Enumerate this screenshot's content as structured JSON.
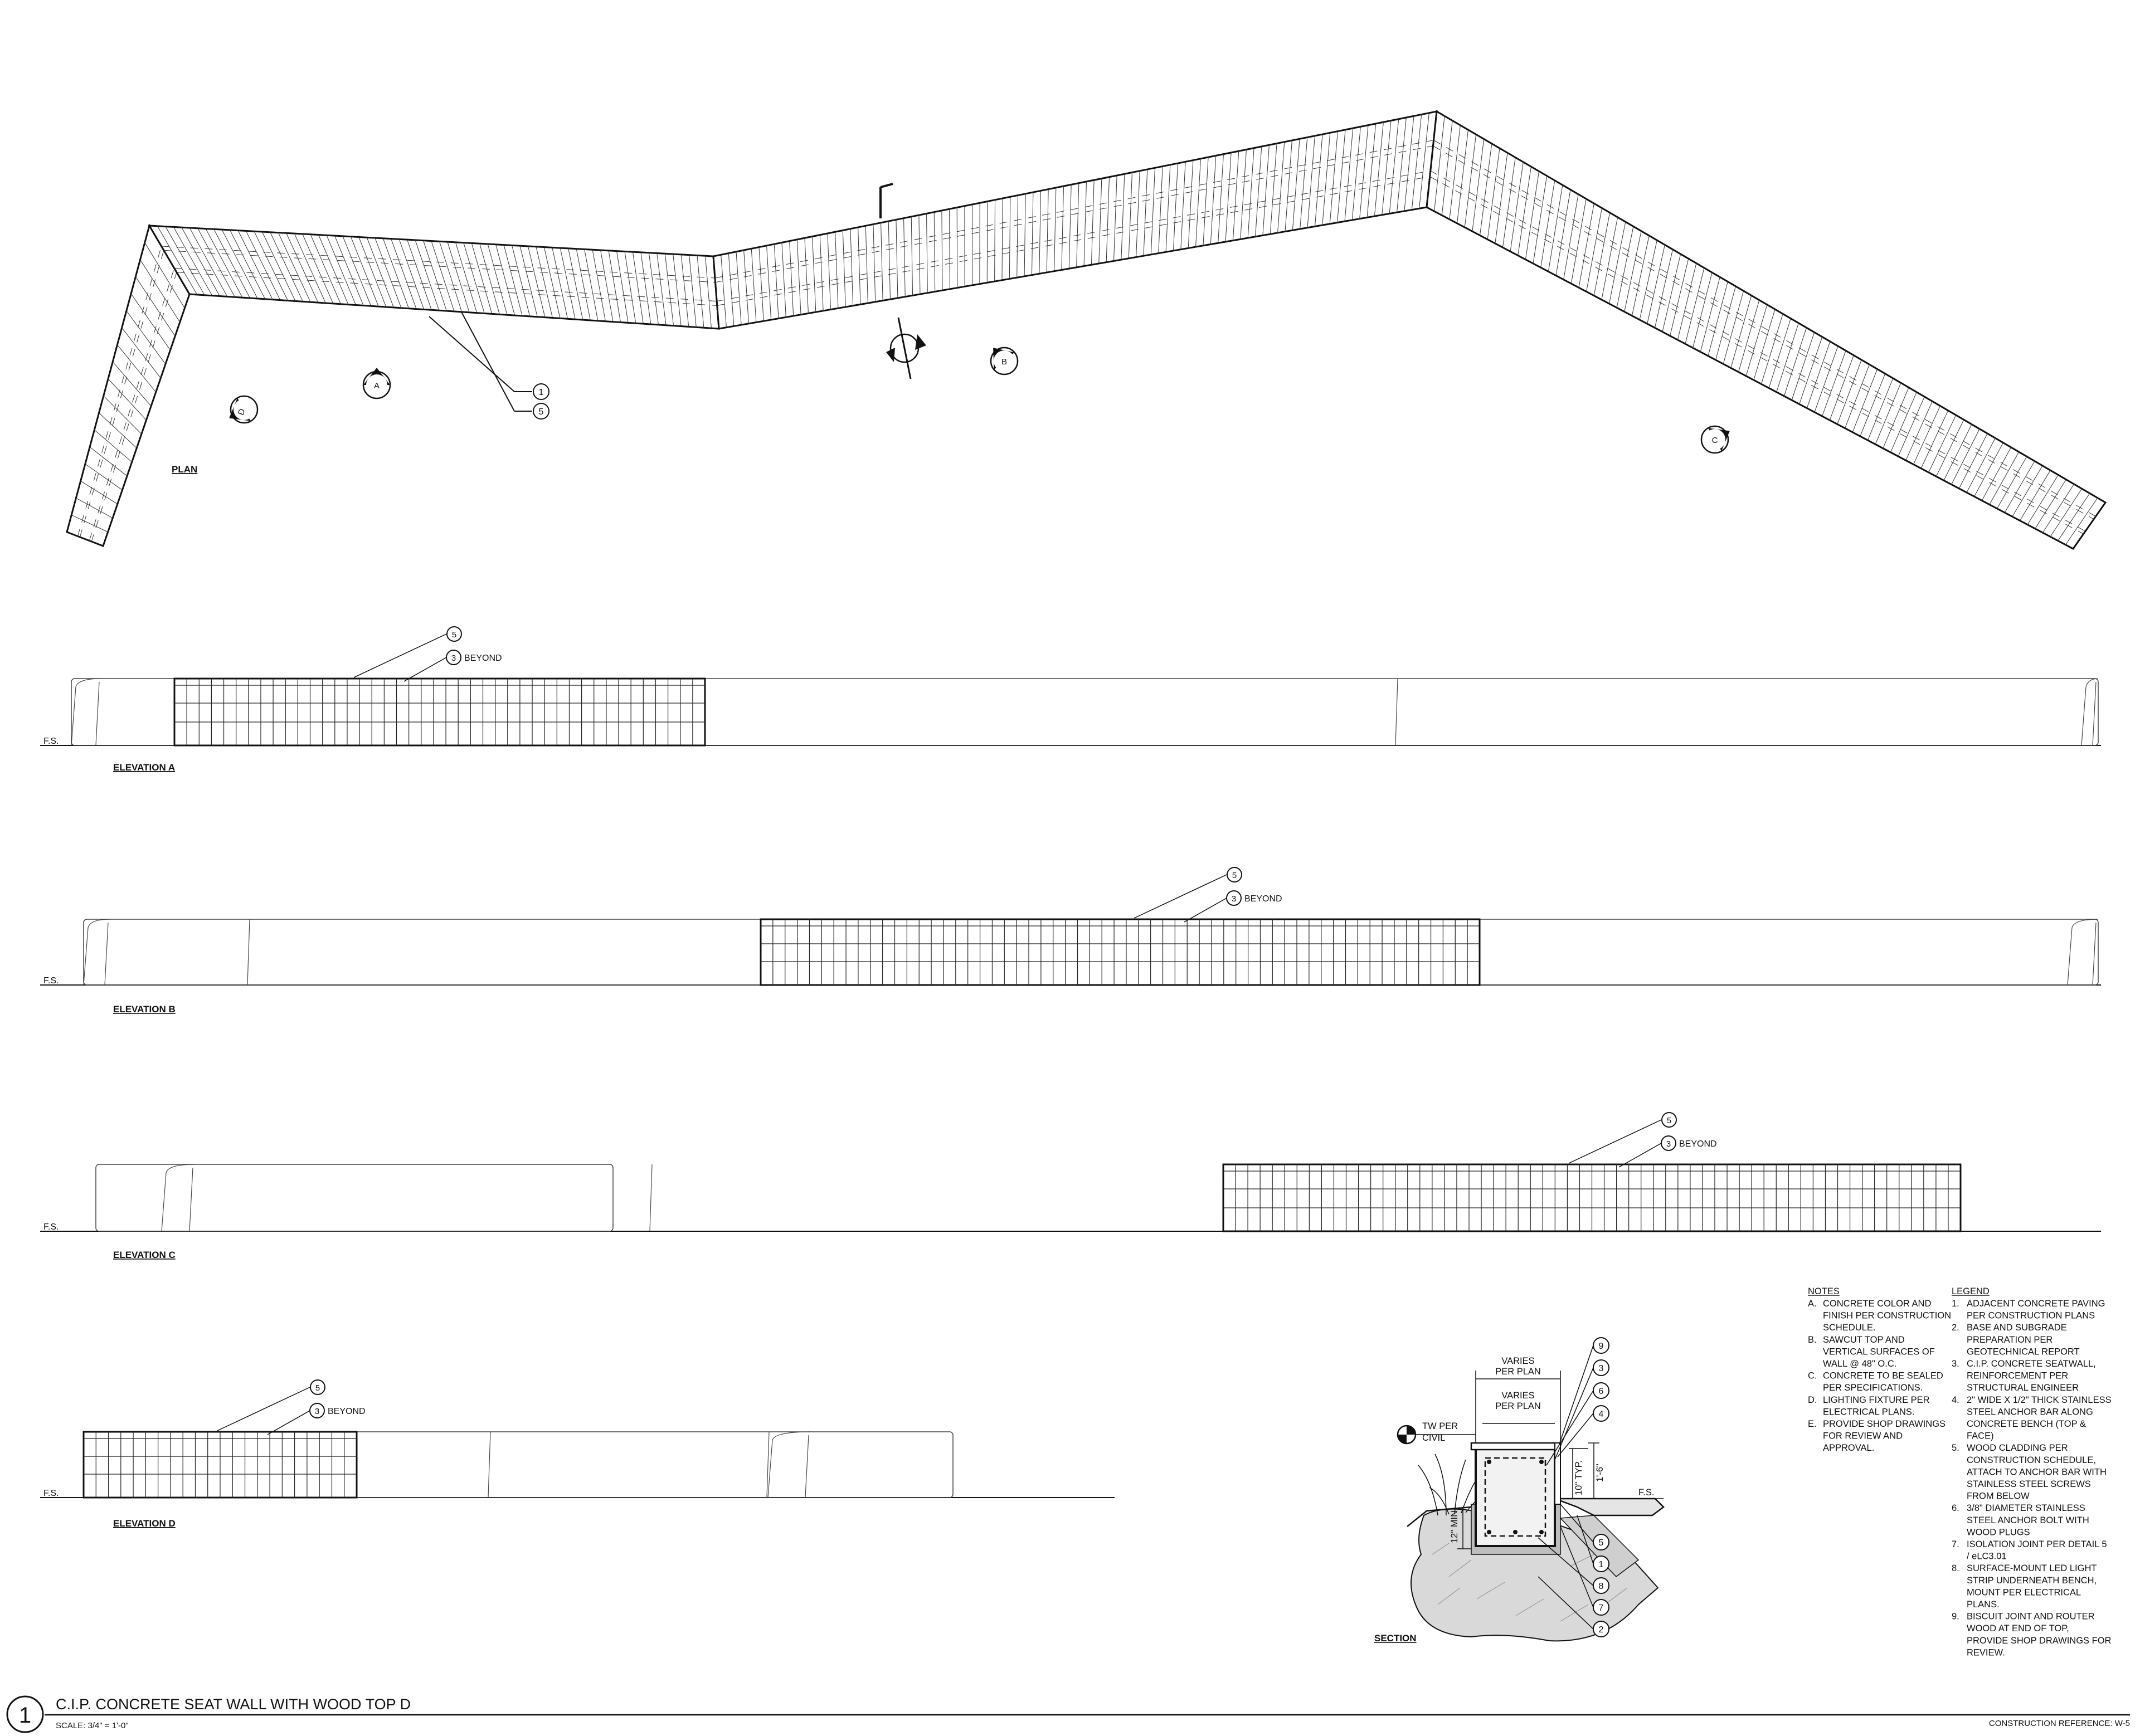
{
  "plan": {
    "label": "PLAN",
    "section_markers": [
      "A",
      "B",
      "C",
      "D"
    ],
    "callouts": [
      "1",
      "5"
    ]
  },
  "elevations": [
    {
      "label": "ELEVATION A",
      "fs": "F.S.",
      "callout_top": "5",
      "callout_bottom": "3",
      "beyond": "BEYOND"
    },
    {
      "label": "ELEVATION B",
      "fs": "F.S.",
      "callout_top": "5",
      "callout_bottom": "3",
      "beyond": "BEYOND"
    },
    {
      "label": "ELEVATION C",
      "fs": "F.S.",
      "callout_top": "5",
      "callout_bottom": "3",
      "beyond": "BEYOND"
    },
    {
      "label": "ELEVATION D",
      "fs": "F.S.",
      "callout_top": "5",
      "callout_bottom": "3",
      "beyond": "BEYOND"
    }
  ],
  "section": {
    "label": "SECTION",
    "varies_1": [
      "VARIES",
      "PER PLAN"
    ],
    "varies_2": [
      "VARIES",
      "PER PLAN"
    ],
    "tw_per_civil": [
      "TW PER",
      "CIVIL"
    ],
    "dim_typ": "10\" TYP.",
    "dim_height": "1'-6\"",
    "dim_min": "12\" MIN.",
    "fs": "F.S.",
    "callouts_right": [
      "9",
      "3",
      "6",
      "4",
      "5",
      "1",
      "8",
      "7",
      "2"
    ]
  },
  "notes": {
    "title": "NOTES",
    "items": [
      {
        "key": "A.",
        "lines": [
          "CONCRETE COLOR AND",
          "FINISH PER CONSTRUCTION",
          "SCHEDULE."
        ]
      },
      {
        "key": "B.",
        "lines": [
          "SAWCUT TOP AND",
          "VERTICAL SURFACES OF",
          "WALL @ 48\" O.C."
        ]
      },
      {
        "key": "C.",
        "lines": [
          "CONCRETE TO BE SEALED",
          "PER SPECIFICATIONS."
        ]
      },
      {
        "key": "D.",
        "lines": [
          "LIGHTING FIXTURE PER",
          "ELECTRICAL PLANS."
        ]
      },
      {
        "key": "E.",
        "lines": [
          "PROVIDE SHOP DRAWINGS",
          "FOR REVIEW AND",
          "APPROVAL."
        ]
      }
    ]
  },
  "legend": {
    "title": "LEGEND",
    "items": [
      {
        "key": "1.",
        "lines": [
          "ADJACENT CONCRETE PAVING",
          "PER CONSTRUCTION PLANS"
        ]
      },
      {
        "key": "2.",
        "lines": [
          "BASE AND SUBGRADE",
          "PREPARATION PER",
          "GEOTECHNICAL REPORT"
        ]
      },
      {
        "key": "3.",
        "lines": [
          "C.I.P. CONCRETE SEATWALL,",
          "REINFORCEMENT PER",
          "STRUCTURAL ENGINEER"
        ]
      },
      {
        "key": "4.",
        "lines": [
          "2\" WIDE X 1/2\" THICK STAINLESS",
          "STEEL ANCHOR BAR ALONG",
          "CONCRETE BENCH (TOP &",
          "FACE)"
        ]
      },
      {
        "key": "5.",
        "lines": [
          "WOOD CLADDING PER",
          "CONSTRUCTION SCHEDULE,",
          "ATTACH TO ANCHOR BAR WITH",
          "STAINLESS STEEL SCREWS",
          "FROM BELOW"
        ]
      },
      {
        "key": "6.",
        "lines": [
          "3/8\" DIAMETER STAINLESS",
          "STEEL ANCHOR BOLT WITH",
          "WOOD PLUGS"
        ]
      },
      {
        "key": "7.",
        "lines": [
          "ISOLATION JOINT PER DETAIL 5",
          "/ eLC3.01"
        ]
      },
      {
        "key": "8.",
        "lines": [
          "SURFACE-MOUNT LED LIGHT",
          "STRIP UNDERNEATH BENCH,",
          "MOUNT PER ELECTRICAL",
          "PLANS."
        ]
      },
      {
        "key": "9.",
        "lines": [
          "BISCUIT JOINT AND ROUTER",
          "WOOD AT END OF TOP,",
          "PROVIDE SHOP DRAWINGS FOR",
          "REVIEW."
        ]
      }
    ]
  },
  "title_block": {
    "number": "1",
    "title": "C.I.P. CONCRETE SEAT WALL WITH WOOD TOP D",
    "scale": "SCALE: 3/4\" = 1'-0\"",
    "reference": "CONSTRUCTION REFERENCE: W-5"
  }
}
